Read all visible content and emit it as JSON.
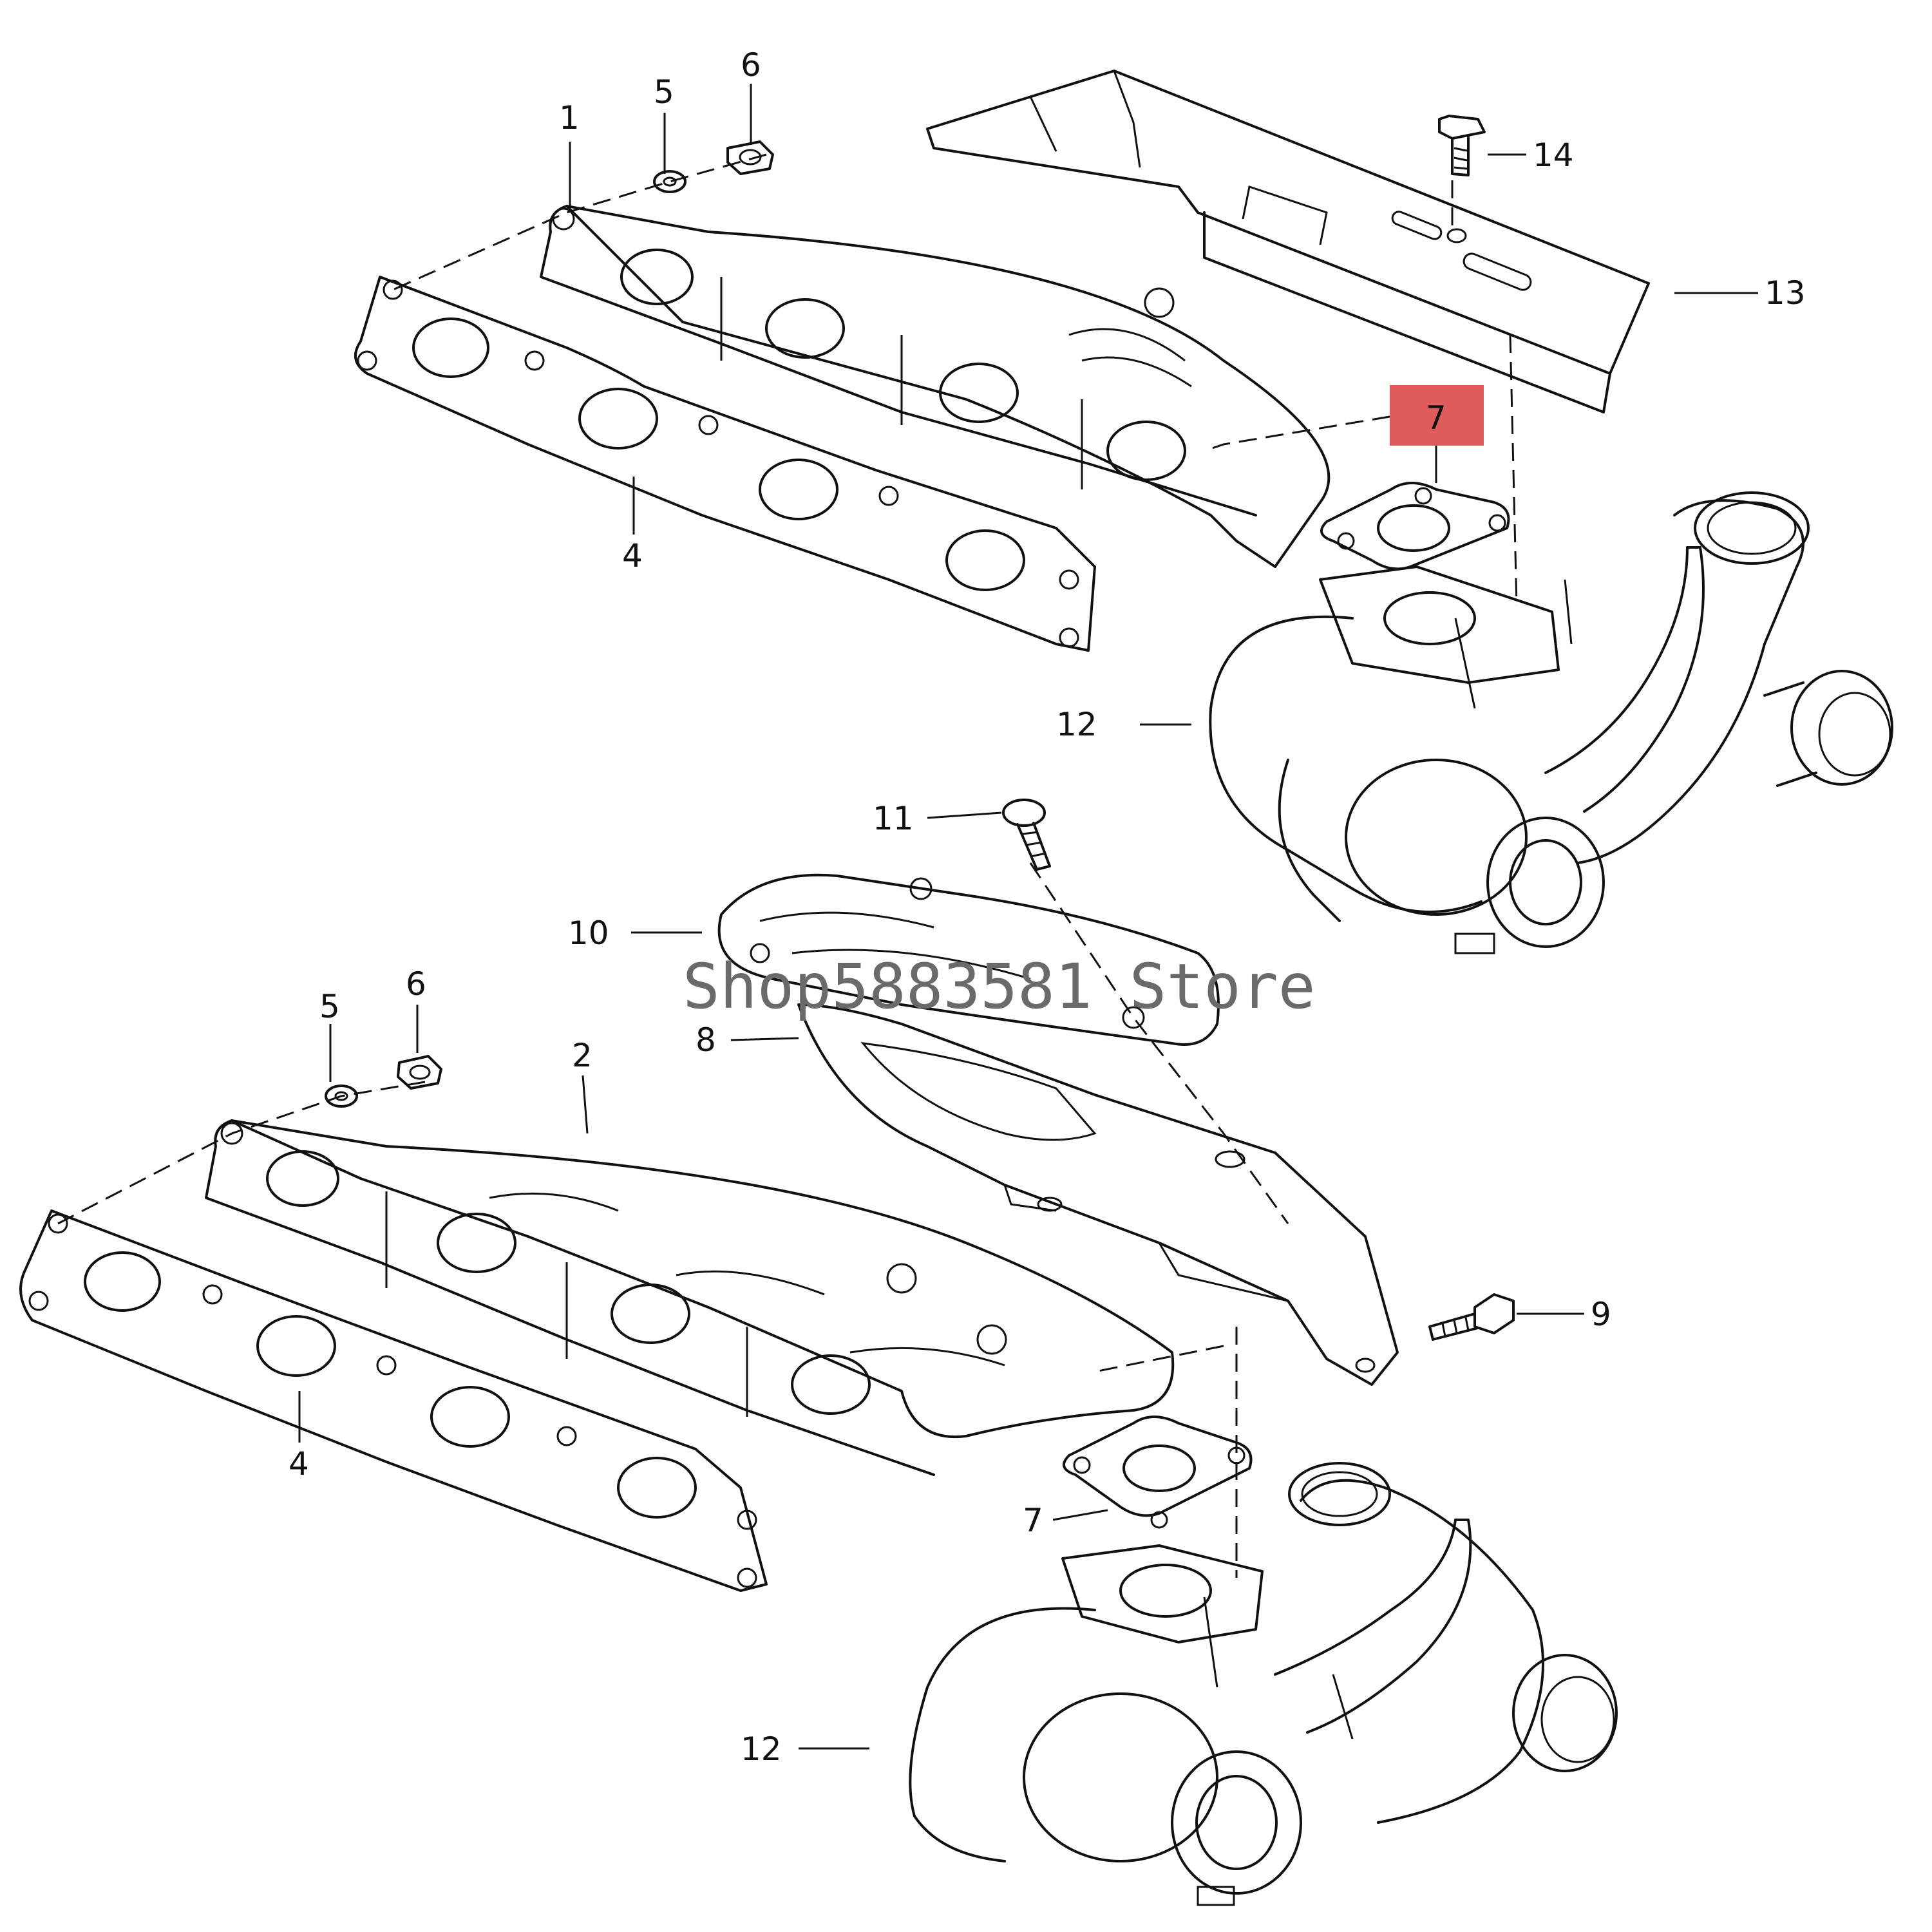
{
  "watermark": "Shop5883581 Store",
  "highlight_color": "#e05c5c",
  "callouts": {
    "c1": "1",
    "c2": "2",
    "c4a": "4",
    "c4b": "4",
    "c5a": "5",
    "c5b": "5",
    "c6a": "6",
    "c6b": "6",
    "c7a": "7",
    "c7b": "7",
    "c8": "8",
    "c9": "9",
    "c10": "10",
    "c11": "11",
    "c12a": "12",
    "c12b": "12",
    "c13": "13",
    "c14": "14"
  },
  "highlighted_callout": "c7a"
}
